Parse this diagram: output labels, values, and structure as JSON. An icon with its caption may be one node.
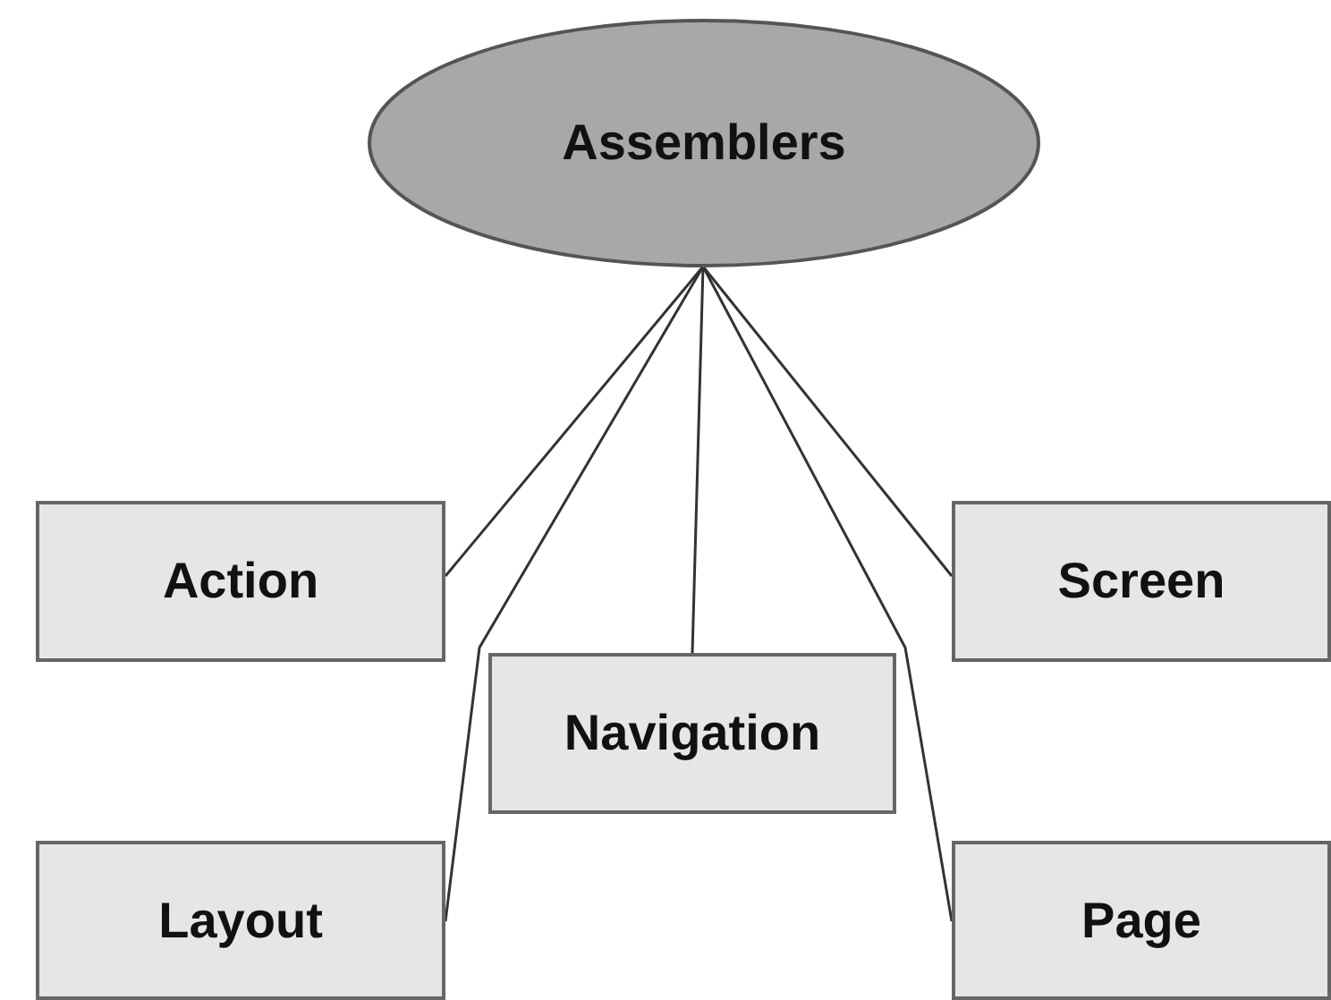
{
  "diagram": {
    "nodes": [
      {
        "text": [
          "Assemblers"
        ]
      },
      {
        "text": [
          "Action"
        ]
      },
      {
        "text": [
          "Screen"
        ]
      },
      {
        "text": [
          "Navigation"
        ]
      },
      {
        "text": [
          "Layout"
        ]
      },
      {
        "text": [
          "Page"
        ]
      }
    ],
    "edges": [
      {
        "from": 0,
        "to": 1,
        "arrow": "none"
      },
      {
        "from": 0,
        "to": 4,
        "arrow": "none"
      },
      {
        "from": 0,
        "to": 3,
        "arrow": "none"
      },
      {
        "from": 0,
        "to": 5,
        "arrow": "none"
      },
      {
        "from": 0,
        "to": 2,
        "arrow": "none"
      }
    ]
  }
}
